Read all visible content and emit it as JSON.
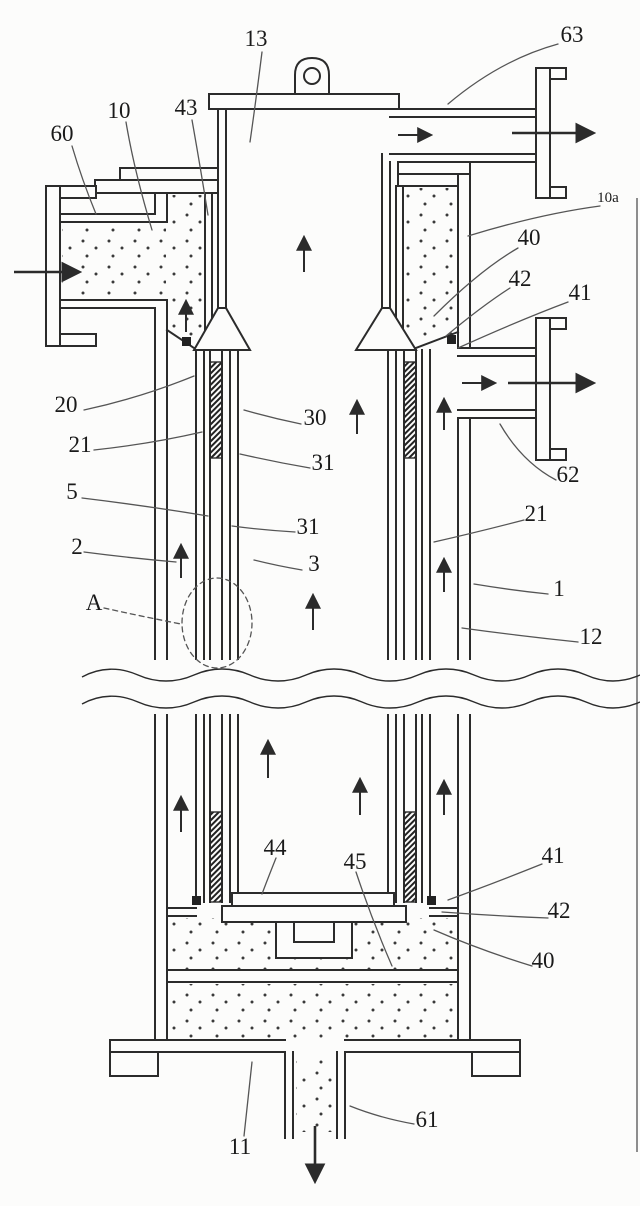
{
  "figure": {
    "type": "patent-sectional-drawing",
    "description": "Vertical vessel with concentric tubes, inlet and outlet nozzles, flow arrows and numbered reference leaders",
    "colors": {
      "background": "#fcfcfb",
      "line": "#2b2b2b",
      "leader": "#555555",
      "label": "#1a1a1a"
    },
    "labels": [
      {
        "id": "13",
        "text": "13"
      },
      {
        "id": "63",
        "text": "63"
      },
      {
        "id": "60",
        "text": "60"
      },
      {
        "id": "10",
        "text": "10"
      },
      {
        "id": "43",
        "text": "43"
      },
      {
        "id": "10a",
        "text": "10a"
      },
      {
        "id": "40-top",
        "text": "40"
      },
      {
        "id": "42-top",
        "text": "42"
      },
      {
        "id": "41-top",
        "text": "41"
      },
      {
        "id": "20",
        "text": "20"
      },
      {
        "id": "30",
        "text": "30"
      },
      {
        "id": "21-left",
        "text": "21"
      },
      {
        "id": "31-upper",
        "text": "31"
      },
      {
        "id": "5",
        "text": "5"
      },
      {
        "id": "31-lower",
        "text": "31"
      },
      {
        "id": "21-right",
        "text": "21"
      },
      {
        "id": "2",
        "text": "2"
      },
      {
        "id": "3",
        "text": "3"
      },
      {
        "id": "A",
        "text": "A"
      },
      {
        "id": "62",
        "text": "62"
      },
      {
        "id": "1",
        "text": "1"
      },
      {
        "id": "12",
        "text": "12"
      },
      {
        "id": "44",
        "text": "44"
      },
      {
        "id": "45",
        "text": "45"
      },
      {
        "id": "41-bottom",
        "text": "41"
      },
      {
        "id": "42-bottom",
        "text": "42"
      },
      {
        "id": "40-bottom",
        "text": "40"
      },
      {
        "id": "11",
        "text": "11"
      },
      {
        "id": "61",
        "text": "61"
      }
    ]
  }
}
